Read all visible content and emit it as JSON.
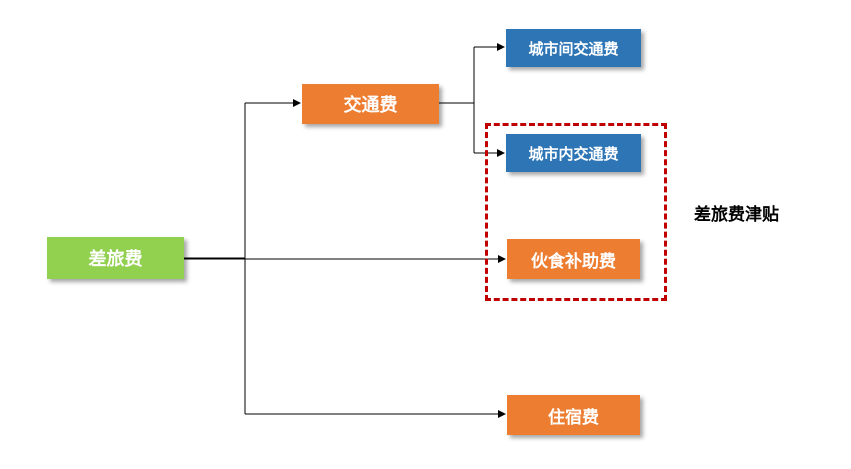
{
  "colors": {
    "root": "#92d050",
    "orange": "#ed7d31",
    "blue": "#2e75b6",
    "connector": "#000000",
    "group_border": "#c00000"
  },
  "nodes": {
    "root": "差旅费",
    "transport": "交通费",
    "intercity": "城市间交通费",
    "intracity": "城市内交通费",
    "meal": "伙食补助费",
    "lodging": "住宿费"
  },
  "group": {
    "label": "差旅费津贴"
  }
}
